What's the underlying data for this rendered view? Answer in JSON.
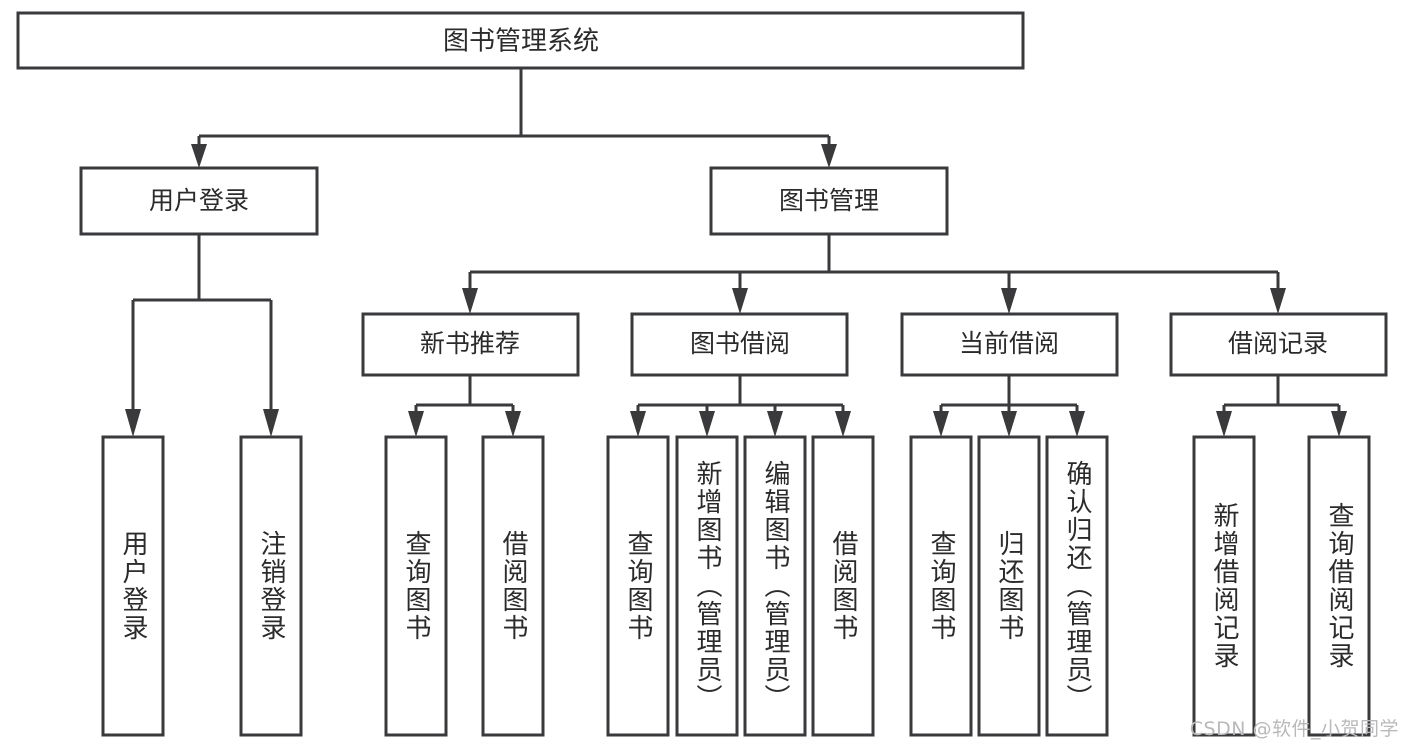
{
  "diagram": {
    "type": "tree",
    "title": "图书管理系统",
    "orientation": "top-down",
    "colors": {
      "box_fill": "#ffffff",
      "box_stroke": "#3a3a3c",
      "text": "#2b2b2b",
      "background": "#ffffff",
      "watermark": "#b9b9bb"
    },
    "root": {
      "label": "图书管理系统",
      "orientation": "horizontal"
    },
    "level2": [
      {
        "label": "用户登录",
        "orientation": "horizontal"
      },
      {
        "label": "图书管理",
        "orientation": "horizontal"
      }
    ],
    "level3": [
      {
        "label": "新书推荐",
        "orientation": "horizontal"
      },
      {
        "label": "图书借阅",
        "orientation": "horizontal"
      },
      {
        "label": "当前借阅",
        "orientation": "horizontal"
      },
      {
        "label": "借阅记录",
        "orientation": "horizontal"
      }
    ],
    "leaves": {
      "user_login": [
        {
          "label": "用户登录",
          "orientation": "vertical"
        },
        {
          "label": "注销登录",
          "orientation": "vertical"
        }
      ],
      "new_book_recommend": [
        {
          "label": "查询图书",
          "orientation": "vertical"
        },
        {
          "label": "借阅图书",
          "orientation": "vertical"
        }
      ],
      "book_borrow": [
        {
          "label": "查询图书",
          "orientation": "vertical"
        },
        {
          "label": "新增图书（管理员）",
          "orientation": "vertical"
        },
        {
          "label": "编辑图书（管理员）",
          "orientation": "vertical"
        },
        {
          "label": "借阅图书",
          "orientation": "vertical"
        }
      ],
      "current_borrow": [
        {
          "label": "查询图书",
          "orientation": "vertical"
        },
        {
          "label": "归还图书",
          "orientation": "vertical"
        },
        {
          "label": "确认归还（管理员）",
          "orientation": "vertical"
        }
      ],
      "borrow_record": [
        {
          "label": "新增借阅记录",
          "orientation": "vertical"
        },
        {
          "label": "查询借阅记录",
          "orientation": "vertical"
        }
      ]
    },
    "edges": [
      {
        "from": "图书管理系统",
        "to": "用户登录"
      },
      {
        "from": "图书管理系统",
        "to": "图书管理"
      },
      {
        "from": "用户登录",
        "to": "用户登录"
      },
      {
        "from": "用户登录",
        "to": "注销登录"
      },
      {
        "from": "图书管理",
        "to": "新书推荐"
      },
      {
        "from": "图书管理",
        "to": "图书借阅"
      },
      {
        "from": "图书管理",
        "to": "当前借阅"
      },
      {
        "from": "图书管理",
        "to": "借阅记录"
      },
      {
        "from": "新书推荐",
        "to": "查询图书"
      },
      {
        "from": "新书推荐",
        "to": "借阅图书"
      },
      {
        "from": "图书借阅",
        "to": "查询图书"
      },
      {
        "from": "图书借阅",
        "to": "新增图书（管理员）"
      },
      {
        "from": "图书借阅",
        "to": "编辑图书（管理员）"
      },
      {
        "from": "图书借阅",
        "to": "借阅图书"
      },
      {
        "from": "当前借阅",
        "to": "查询图书"
      },
      {
        "from": "当前借阅",
        "to": "归还图书"
      },
      {
        "from": "当前借阅",
        "to": "确认归还（管理员）"
      },
      {
        "from": "借阅记录",
        "to": "新增借阅记录"
      },
      {
        "from": "借阅记录",
        "to": "查询借阅记录"
      }
    ]
  },
  "watermark": {
    "text": "CSDN @软件_小贺同学"
  }
}
